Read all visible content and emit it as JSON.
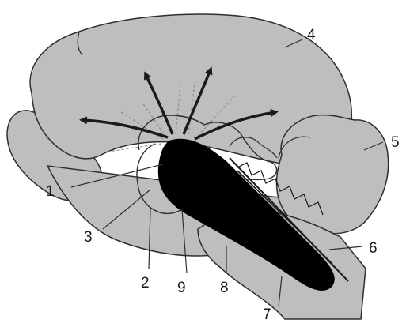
{
  "colors": {
    "background": "#ffffff",
    "tissue": "#bebebe",
    "outline": "#2e2e2e",
    "brainstem": "#000000",
    "arrow": "#1a1a1a",
    "dashed": "#8a8a8a"
  },
  "labels": {
    "l1": "1",
    "l2": "2",
    "l3": "3",
    "l4": "4",
    "l5": "5",
    "l6": "6",
    "l7": "7",
    "l8": "8",
    "l9": "9"
  }
}
